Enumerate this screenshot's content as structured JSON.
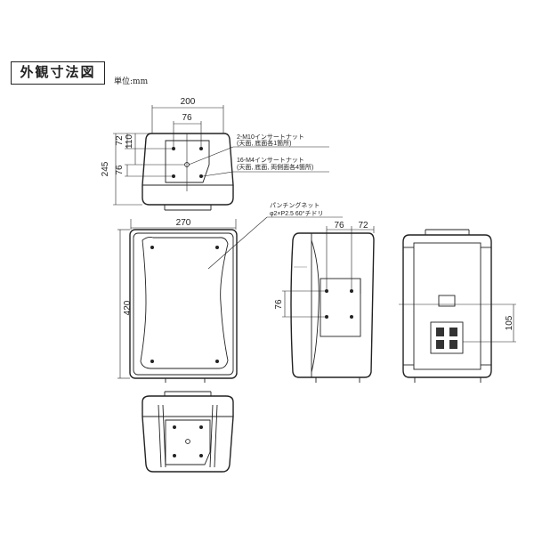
{
  "title": "外観寸法図",
  "unit": "単位:mm",
  "dims": {
    "top_width": "200",
    "top_hole_spacing": "76",
    "top_72": "72",
    "top_110": "110",
    "top_76v": "76",
    "top_depth": "245",
    "front_width": "270",
    "front_height": "420",
    "side_76": "76",
    "side_72": "72",
    "side_76v": "76",
    "rear_105": "105"
  },
  "notes": {
    "m10_line1": "2-M10インサートナット",
    "m10_line2": "(天面, 底面各1箇所)",
    "m4_line1": "16-M4インサートナット",
    "m4_line2": "(天面, 底面, 両側面各4箇所)",
    "punch_line1": "パンチングネット",
    "punch_line2": "φ2×P2.5 60°チドリ"
  }
}
